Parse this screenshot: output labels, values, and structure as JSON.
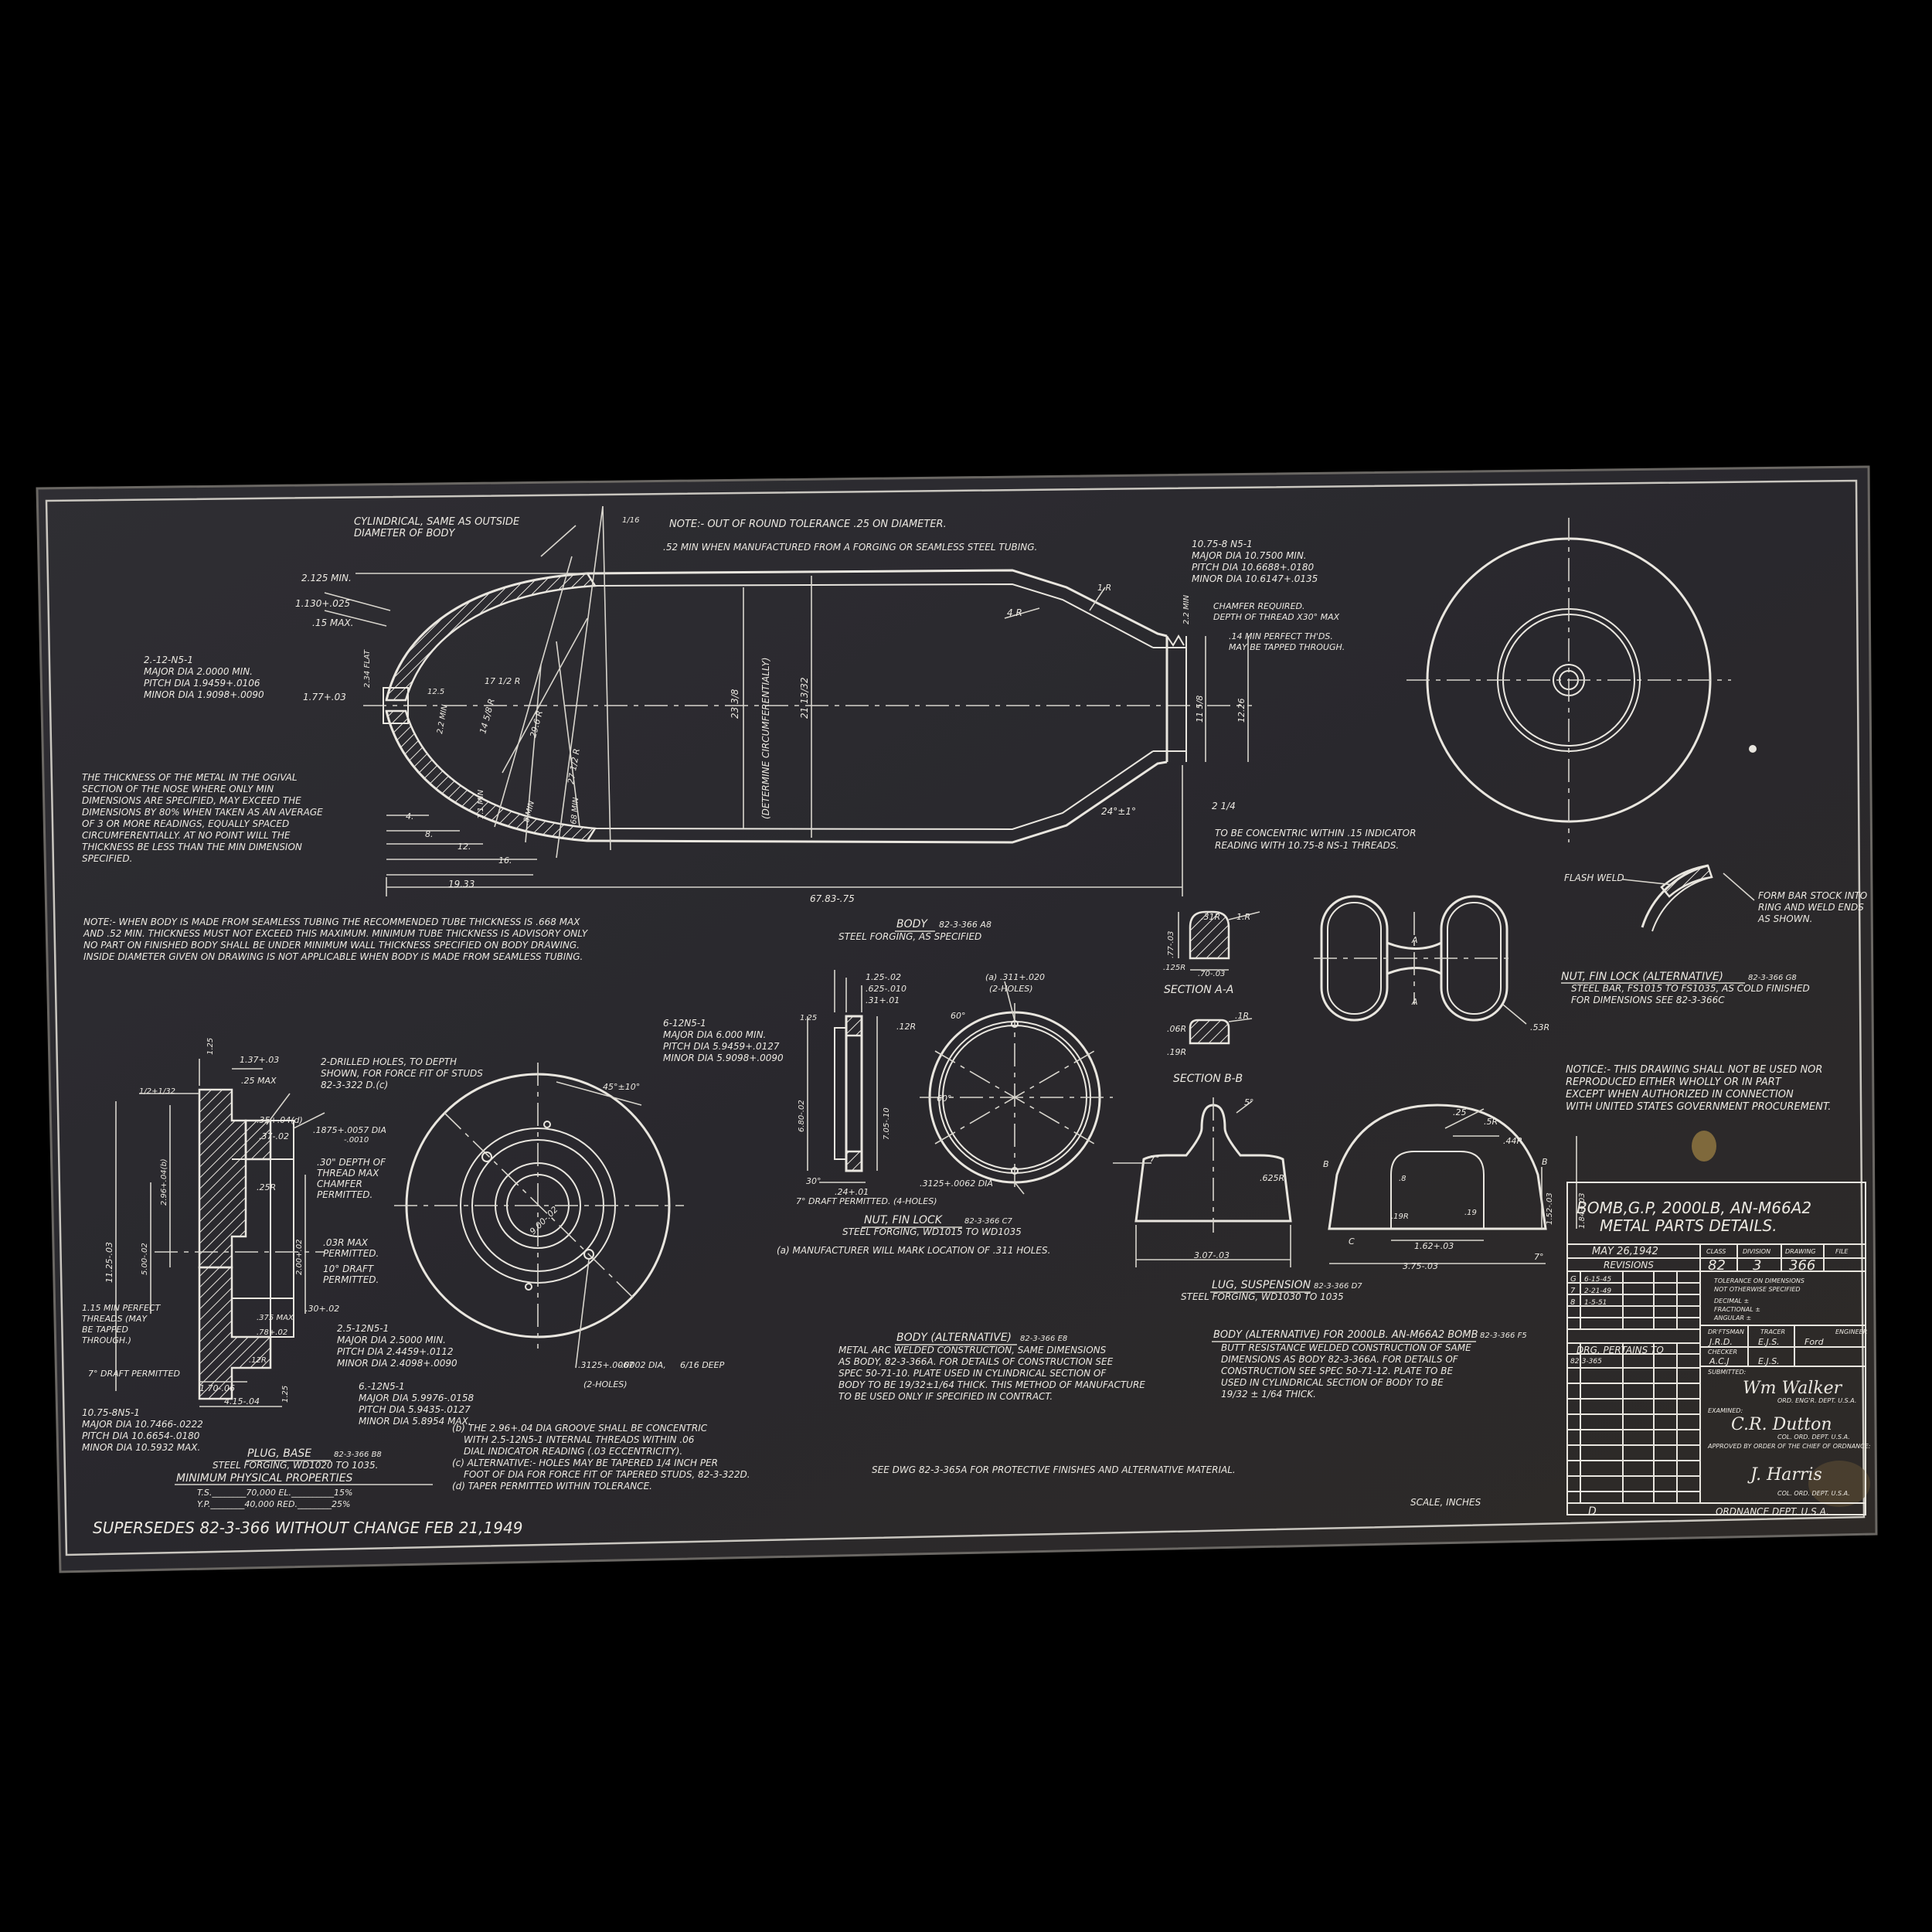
{
  "title_block": {
    "title_line1": "BOMB,G.P, 2000LB, AN-M66A2",
    "title_line2": "METAL PARTS DETAILS.",
    "date": "MAY 26,1942",
    "class_label": "CLASS",
    "division_label": "DIVISION",
    "drawing_label": "DRAWING",
    "file_label": "FILE",
    "class_value": "82",
    "division_value": "3",
    "drawing_value": "366",
    "revisions_label": "REVISIONS",
    "revisions": [
      {
        "letter": "G",
        "date": "6-15-45"
      },
      {
        "letter": "7",
        "date": "2-21-49"
      },
      {
        "letter": "8",
        "date": "1-5-51"
      }
    ],
    "tolerance_lines": [
      "TOLERANCE ON DIMENSIONS",
      "NOT OTHERWISE SPECIFIED",
      "DECIMAL ±",
      "FRACTIONAL ±",
      "ANGULAR ±"
    ],
    "drg_pertains_to": "DRG. PERTAINS TO",
    "drg_pertains_value": "82-3-365",
    "draftsman_label": "DR'FTSMAN",
    "tracer_label": "TRACER",
    "engineer_label": "ENGINEER",
    "draftsman_value": "J.R.D.",
    "tracer_value": "E.J.S.",
    "checker_label": "CHECKER",
    "checker_value": "A.C.J",
    "submitted_label": "SUBMITTED:",
    "ord_engr": "ORD. ENG'R. DEPT. U.S.A.",
    "examined_label": "EXAMINED:",
    "col_ord1": "COL. ORD. DEPT. U.S.A.",
    "approved": "APPROVED BY ORDER OF THE CHIEF OF ORDNANCE:",
    "col_ord2": "COL. ORD. DEPT. U.S.A.",
    "sheet_letter": "D",
    "ordnance": "ORDNANCE DEPT. U.S.A."
  },
  "notes": {
    "out_of_round": "NOTE:- OUT OF ROUND TOLERANCE .25 ON DIAMETER.",
    "min52": ".52 MIN WHEN MANUFACTURED FROM A FORGING OR SEAMLESS STEEL TUBING.",
    "cylindrical": [
      "CYLINDRICAL, SAME AS OUTSIDE",
      "DIAMETER OF BODY"
    ],
    "thread_top": [
      "10.75-8 N5-1",
      "MAJOR DIA 10.7500 MIN.",
      "PITCH DIA 10.6688+.0180",
      "MINOR DIA 10.6147+.0135"
    ],
    "chamfer": [
      "CHAMFER REQUIRED.",
      "DEPTH OF THREAD X30° MAX"
    ],
    "min_perfect": [
      ".14 MIN PERFECT TH'DS.",
      "MAY BE TAPPED THROUGH."
    ],
    "concentric": [
      "TO BE CONCENTRIC WITHIN .15 INDICATOR",
      "READING WITH 10.75-8 NS-1 THREADS."
    ],
    "nose_thread": [
      "2.-12-N5-1",
      "MAJOR DIA 2.0000 MIN.",
      "PITCH DIA 1.9459+.0106",
      "MINOR DIA 1.9098+.0090"
    ],
    "thickness_note": [
      "THE THICKNESS OF THE METAL IN THE OGIVAL",
      "SECTION OF THE NOSE WHERE ONLY MIN",
      "DIMENSIONS ARE SPECIFIED, MAY EXCEED THE",
      "DIMENSIONS BY 80% WHEN TAKEN AS AN AVERAGE",
      "OF 3 OR MORE READINGS, EQUALLY SPACED",
      "CIRCUMFERENTIALLY. AT NO POINT WILL THE",
      "THICKNESS BE LESS THAN THE MIN DIMENSION",
      "SPECIFIED."
    ],
    "seamless_note": [
      "NOTE:- WHEN BODY IS MADE FROM SEAMLESS TUBING THE RECOMMENDED TUBE THICKNESS IS .668 MAX",
      "AND .52 MIN. THICKNESS MUST NOT EXCEED THIS MAXIMUM. MINIMUM TUBE THICKNESS IS ADVISORY ONLY",
      "NO PART ON FINISHED BODY SHALL BE UNDER MINIMUM WALL THICKNESS SPECIFIED ON BODY DRAWING.",
      "INSIDE DIAMETER GIVEN ON DRAWING IS NOT APPLICABLE WHEN BODY IS MADE FROM SEAMLESS TUBING."
    ],
    "notice": [
      "NOTICE:- THIS DRAWING SHALL NOT BE USED NOR",
      "REPRODUCED EITHER WHOLLY OR IN PART",
      "EXCEPT WHEN AUTHORIZED IN CONNECTION",
      "WITH UNITED STATES GOVERNMENT PROCUREMENT."
    ],
    "see_dwg": "SEE DWG 82-3-365A FOR PROTECTIVE FINISHES AND ALTERNATIVE MATERIAL.",
    "scale": "SCALE, INCHES",
    "supersedes": "SUPERSEDES 82-3-366 WITHOUT CHANGE FEB 21,1949",
    "determine": "(DETERMINE CIRCUMFERENTIALLY)"
  },
  "body_dims": {
    "d2125": "2.125 MIN.",
    "d1130": "1.130+.025",
    "d15max": ".15 MAX.",
    "d177": "1.77+.03",
    "d4r": "4.R",
    "d1933": "19.33",
    "d6783": "67.83-.75",
    "d16": "16.",
    "d12": "12.",
    "d8": "8.",
    "d4": "4.",
    "d1226": "12.26",
    "angle": "24°±1°",
    "d2min": "2.2 MIN",
    "d1r": "1.R",
    "d_1_16": "1/16",
    "d_234": "2.34 FLAT",
    "d_125": "12.5",
    "d_175r": "17 1/2 R",
    "d_148r": "14 5/8 R",
    "d_296r": "29.6 R",
    "d_275r": "27 1/2 R",
    "d_22min": "2.2 MIN",
    "d_11min": "1.1 MIN",
    "d_8min": ".8 MIN",
    "d_68min": ".68 MIN",
    "d_23": "23 3/8",
    "d_21": "21 13/32",
    "d_115": "11 5/8",
    "d_2": "2 1/4"
  },
  "body_label": {
    "title": "BODY",
    "num": "82-3-366 A8",
    "sub": "STEEL FORGING, AS SPECIFIED"
  },
  "nut": {
    "title": "NUT, FIN LOCK",
    "num": "82-3-366 C7",
    "sub": "STEEL FORGING, WD1015 TO WD1035",
    "mark": "(a) MANUFACTURER WILL MARK LOCATION OF .311 HOLES.",
    "thread": [
      "6-12N5-1",
      "MAJOR DIA 6.000 MIN.",
      "PITCH DIA 5.9459+.0127",
      "MINOR DIA 5.9098+.0090"
    ],
    "dims": [
      "1.25-.02",
      ".625-.010",
      ".31+.01",
      "(a) .311+.020",
      "(2-HOLES)",
      ".12R",
      "60°",
      "60°",
      "6.80-.02",
      "7.05-.10",
      "30°",
      ".24+.01",
      ".3125+.0062 DIA",
      "7° DRAFT PERMITTED.  (4-HOLES)",
      "1.25"
    ]
  },
  "plug": {
    "title": "PLUG, BASE",
    "num": "82-3-366 B8",
    "sub": "STEEL FORGING, WD1020 TO 1035.",
    "phys_title": "MINIMUM PHYSICAL PROPERTIES",
    "phys": [
      "T.S.________70,000  EL.__________15%",
      "Y.P.________40,000  RED.________25%"
    ],
    "thread_main": [
      "10.75-8N5-1",
      "MAJOR DIA 10.7466-.0222",
      "PITCH DIA 10.6654-.0180",
      "MINOR DIA 10.5932 MAX."
    ],
    "thread_2": [
      "2.5-12N5-1",
      "MAJOR DIA 2.5000 MIN.",
      "PITCH DIA 2.4459+.0112",
      "MINOR DIA 2.4098+.0090"
    ],
    "thread_6": [
      "6.-12N5-1",
      "MAJOR DIA 5.9976-.0158",
      "PITCH DIA 5.9435-.0127",
      "MINOR DIA 5.8954 MAX."
    ],
    "notes": [
      "(b) THE 2.96+.04 DIA GROOVE SHALL BE CONCENTRIC",
      "WITH 2.5-12N5-1 INTERNAL THREADS WITHIN .06",
      "DIAL INDICATOR READING (.03 ECCENTRICITY).",
      "(c) ALTERNATIVE:- HOLES MAY BE TAPERED 1/4 INCH PER",
      "FOOT OF DIA FOR FORCE FIT OF TAPERED STUDS, 82-3-322D.",
      "(d) TAPER PERMITTED WITHIN TOLERANCE."
    ],
    "drilled": [
      "2-DRILLED HOLES, TO DEPTH",
      "SHOWN, FOR FORCE FIT OF STUDS",
      "82-3-322 D.(c)"
    ],
    "dims": [
      "1.37+.03",
      ".25 MAX",
      ".35+.04(d)",
      ".37-.02",
      ".1875+.0057 DIA",
      "-.0010",
      ".30\" DEPTH OF",
      "THREAD MAX",
      "CHAMFER",
      "PERMITTED.",
      ".25R",
      ".03R MAX",
      "PERMITTED.",
      "10° DRAFT",
      "PERMITTED.",
      ".30+.02",
      ".375 MAX",
      ".78+.02",
      ".12R",
      "1.70-.06",
      "4.15-.04",
      "11.25-.03",
      "5.00-.02",
      "2.96+.04(b)",
      "2.00+.02",
      "1.15 MIN PERFECT",
      "THREADS (MAY",
      "BE TAPPED",
      "THROUGH.)",
      "7° DRAFT PERMITTED",
      ".3125+.0067",
      "-.0002 DIA,",
      "6/16 DEEP",
      "(2-HOLES)",
      "45°±10°",
      "9.00-.02",
      "1.25",
      "1.25",
      "1/2+1/32"
    ]
  },
  "alt1": {
    "title": "BODY (ALTERNATIVE)",
    "num": "82-3-366 E8",
    "lines": [
      "METAL ARC WELDED CONSTRUCTION, SAME DIMENSIONS",
      "AS BODY, 82-3-366A. FOR DETAILS OF CONSTRUCTION SEE",
      "SPEC 50-71-10. PLATE USED IN CYLINDRICAL SECTION OF",
      "BODY TO BE 19/32±1/64 THICK. THIS METHOD OF MANUFACTURE",
      "TO BE USED ONLY IF SPECIFIED IN CONTRACT."
    ]
  },
  "alt2": {
    "title": "BODY (ALTERNATIVE) FOR 2000LB. AN-M66A2 BOMB",
    "num": "82-3-366 F5",
    "lines": [
      "BUTT RESISTANCE WELDED CONSTRUCTION OF SAME",
      "DIMENSIONS AS BODY 82-3-366A. FOR DETAILS OF",
      "CONSTRUCTION SEE SPEC 50-71-12. PLATE TO BE",
      "USED IN CYLINDRICAL SECTION OF BODY TO BE",
      "19/32 ± 1/64 THICK."
    ]
  },
  "lug": {
    "title": "LUG, SUSPENSION",
    "num": "82-3-366 D7",
    "sub": "STEEL FORGING, WD1030 TO 1035",
    "sec_a": "SECTION A-A",
    "sec_b": "SECTION B-B",
    "dims": [
      ".31R",
      "1.R",
      ".77-.03",
      ".125R",
      ".70-.03",
      ".06R",
      ".1R",
      ".19R",
      "A",
      "A",
      ".53R",
      "5°",
      "7°",
      ".625R",
      "3.07-.03",
      ".25",
      ".5R",
      ".44R",
      ".8",
      ".19R",
      ".19",
      "1.62+.03",
      "3.75-.03",
      "1.52-.03",
      "1.84+.03",
      "7°",
      "B",
      "B",
      "C"
    ]
  },
  "finlock": {
    "title": "NUT, FIN LOCK (ALTERNATIVE)",
    "num": "82-3-366 G8",
    "sub": "STEEL BAR, FS1015 TO FS1035, AS COLD FINISHED",
    "sub2": "FOR DIMENSIONS SEE 82-3-366C",
    "flash": "FLASH WELD",
    "form": [
      "FORM BAR STOCK INTO",
      "RING AND WELD ENDS",
      "AS SHOWN."
    ]
  },
  "signatures": {
    "s1": "Wm Walker",
    "s2": "C.R. Dutton",
    "s3": "J. Harris",
    "engr": "Ford",
    "checker_sig": "E.J.S."
  }
}
